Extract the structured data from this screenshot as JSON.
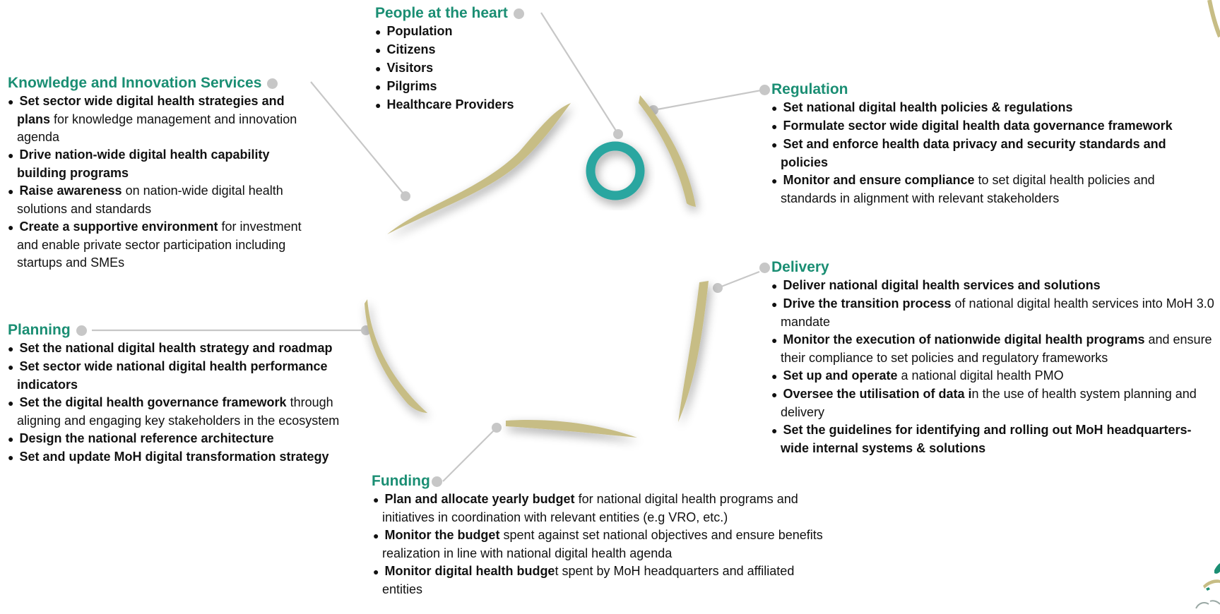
{
  "colors": {
    "accent": "#1a8e73",
    "ring": "#2aa6a0",
    "arc": "#c7bd85",
    "connector": "#c7c7c7"
  },
  "people": {
    "title": "People at the heart",
    "items": [
      "Population",
      "Citizens",
      "Visitors",
      "Pilgrims",
      "Healthcare Providers"
    ]
  },
  "knowledge": {
    "title": "Knowledge and Innovation Services",
    "items": [
      {
        "bold": "Set sector wide digital health strategies and plans",
        "rest": " for knowledge management and innovation agenda"
      },
      {
        "bold": "Drive nation-wide digital health capability building programs",
        "rest": ""
      },
      {
        "bold": "Raise awareness",
        "rest": " on nation-wide digital health solutions and standards"
      },
      {
        "bold": "Create a supportive environment",
        "rest": " for investment and enable private sector participation including startups and SMEs"
      }
    ]
  },
  "regulation": {
    "title": "Regulation",
    "items": [
      {
        "bold": "Set national digital health policies & regulations",
        "rest": ""
      },
      {
        "bold": "Formulate sector wide digital health data governance framework",
        "rest": ""
      },
      {
        "bold": "Set and enforce health data privacy and security standards and policies",
        "rest": ""
      },
      {
        "bold": "Monitor and ensure compliance",
        "rest": " to set digital health policies and standards in alignment with relevant stakeholders"
      }
    ]
  },
  "delivery": {
    "title": "Delivery",
    "items": [
      {
        "bold": "Deliver national digital health services and solutions",
        "rest": ""
      },
      {
        "bold": "Drive the transition process",
        "rest": " of national digital health services into MoH 3.0 mandate"
      },
      {
        "bold": "Monitor the execution of nationwide digital health programs",
        "rest": " and ensure their compliance to set policies and regulatory frameworks"
      },
      {
        "bold": "Set up and operate",
        "rest": " a national digital health PMO"
      },
      {
        "bold": "Oversee the utilisation of data i",
        "rest": "n the use of health system planning and delivery"
      },
      {
        "bold": "Set the guidelines for identifying and rolling out MoH headquarters-wide internal systems & solutions",
        "rest": ""
      }
    ]
  },
  "planning": {
    "title": "Planning",
    "items": [
      {
        "bold": "Set the national digital health strategy and roadmap",
        "rest": ""
      },
      {
        "bold": "Set sector wide national digital health performance indicators",
        "rest": ""
      },
      {
        "bold": "Set the digital health governance framework",
        "rest": " through aligning and engaging key stakeholders in the ecosystem"
      },
      {
        "bold": "Design the national reference architecture",
        "rest": ""
      },
      {
        "bold": "Set and update MoH digital transformation strategy",
        "rest": ""
      }
    ]
  },
  "funding": {
    "title": "Funding",
    "items": [
      {
        "bold": "Plan and allocate yearly budget",
        "rest": " for national digital health programs and initiatives in coordination with relevant entities (e.g VRO, etc.)"
      },
      {
        "bold": "Monitor the budget",
        "rest": " spent against set national objectives and ensure benefits realization in line with national digital health agenda"
      },
      {
        "bold": "Monitor digital health budge",
        "rest": "t spent by MoH headquarters and affiliated entities"
      }
    ]
  }
}
